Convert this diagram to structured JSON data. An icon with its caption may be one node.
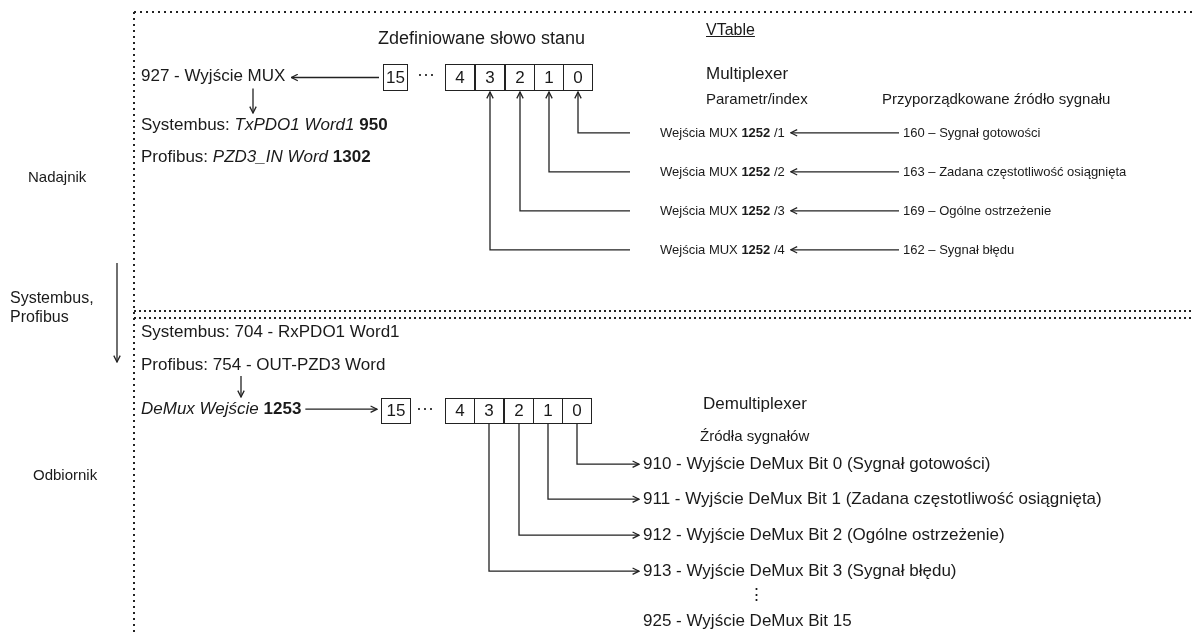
{
  "diagram": {
    "nodes": [
      {
        "text": [
          "927 - Wyjście MUX"
        ]
      },
      {
        "text": [
          "15"
        ]
      },
      {
        "text": [
          "4"
        ]
      },
      {
        "text": [
          "3"
        ]
      },
      {
        "text": [
          "2"
        ]
      },
      {
        "text": [
          "1"
        ]
      },
      {
        "text": [
          "0"
        ]
      },
      {
        "text": [
          "Systembus: *TxPDO1 Word1* **950**",
          "Profibus: *PZD3_IN Word* **1302**"
        ]
      },
      {
        "text": [
          "Wejścia MUX **1252** /1"
        ]
      },
      {
        "text": [
          "160 – Sygnał gotowości"
        ]
      },
      {
        "text": [
          "Wejścia MUX **1252** /2"
        ]
      },
      {
        "text": [
          "163 – Zadana częstotliwość osiągnięta"
        ]
      },
      {
        "text": [
          "Wejścia MUX **1252** /3"
        ]
      },
      {
        "text": [
          "169 – Ogólne ostrzeżenie"
        ]
      },
      {
        "text": [
          "Wejścia MUX **1252** /4"
        ]
      },
      {
        "text": [
          "162 – Sygnał błędu"
        ]
      },
      {
        "text": [
          "Systembus: 704 - RxPDO1 Word1",
          "Profibus: 754 - OUT-PZD3 Word"
        ]
      },
      {
        "text": [
          "*DeMux Wejście* **1253**"
        ]
      },
      {
        "text": [
          "15"
        ]
      },
      {
        "text": [
          "4"
        ]
      },
      {
        "text": [
          "3"
        ]
      },
      {
        "text": [
          "2"
        ]
      },
      {
        "text": [
          "1"
        ]
      },
      {
        "text": [
          "0"
        ]
      },
      {
        "text": [
          "910 - Wyjście DeMux Bit 0 (Sygnał gotowości)"
        ]
      },
      {
        "text": [
          "911 - Wyjście DeMux Bit 1 (Zadana częstotliwość osiągnięta)"
        ]
      },
      {
        "text": [
          "912 - Wyjście DeMux Bit 2 (Ogólne ostrzeżenie)"
        ]
      },
      {
        "text": [
          "913 - Wyjście DeMux Bit 3 (Sygnał błędu)"
        ]
      }
    ],
    "edges": [
      {
        "from": 1,
        "to": 0,
        "arrow": "to"
      },
      {
        "from": 0,
        "to": 7,
        "arrow": "to"
      },
      {
        "from": 8,
        "to": 6,
        "arrow": "to"
      },
      {
        "from": 10,
        "to": 5,
        "arrow": "to"
      },
      {
        "from": 12,
        "to": 4,
        "arrow": "to"
      },
      {
        "from": 14,
        "to": 3,
        "arrow": "to"
      },
      {
        "from": 9,
        "to": 8,
        "arrow": "to"
      },
      {
        "from": 11,
        "to": 10,
        "arrow": "to"
      },
      {
        "from": 13,
        "to": 12,
        "arrow": "to"
      },
      {
        "from": 15,
        "to": 14,
        "arrow": "to"
      },
      {
        "from": 16,
        "to": 17,
        "arrow": "to"
      },
      {
        "from": 17,
        "to": 18,
        "arrow": "to"
      },
      {
        "from": 23,
        "to": 24,
        "arrow": "to"
      },
      {
        "from": 22,
        "to": 25,
        "arrow": "to"
      },
      {
        "from": 21,
        "to": 26,
        "arrow": "to"
      },
      {
        "from": 20,
        "to": 27,
        "arrow": "to"
      }
    ],
    "labels": [
      "Zdefiniowane słowo stanu",
      "VTable",
      "···",
      "Multiplexer",
      "Parametr/index",
      "Przyporządkowane źródło sygnału",
      "Nadajnik",
      "Systembus, Profibus",
      "···",
      "Demultiplexer",
      "Źródła sygnałów",
      "Odbiornik",
      "⋮",
      "925 - Wyjście DeMux Bit 15"
    ]
  }
}
